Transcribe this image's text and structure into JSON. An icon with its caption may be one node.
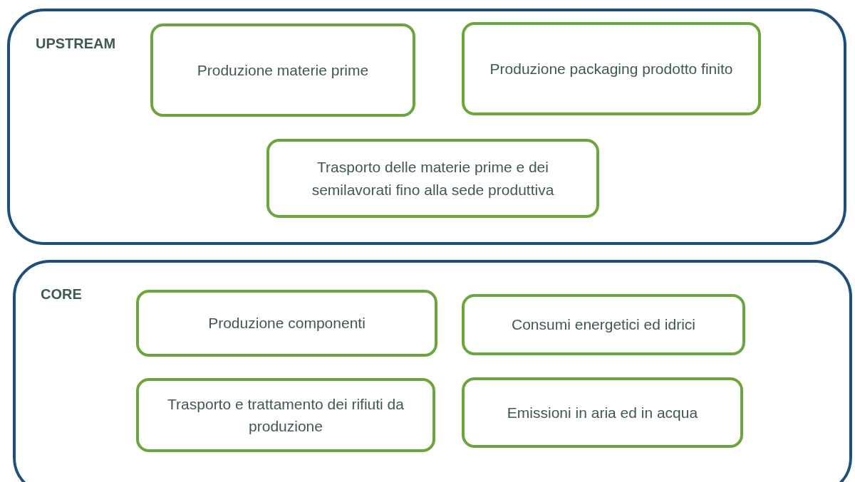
{
  "diagram": {
    "nodes": [
      {
        "text": [
          "UPSTREAM"
        ]
      },
      {
        "text": [
          "Produzione materie prime"
        ],
        "in": 0
      },
      {
        "text": [
          "Produzione packaging prodotto finito"
        ],
        "in": 0
      },
      {
        "text": [
          "Trasporto delle materie prime e dei semilavorati fino alla sede produttiva"
        ],
        "in": 0
      },
      {
        "text": [
          "CORE"
        ]
      },
      {
        "text": [
          "Produzione componenti"
        ],
        "in": 4
      },
      {
        "text": [
          "Consumi energetici ed idrici"
        ],
        "in": 4
      },
      {
        "text": [
          "Trasporto e trattamento dei rifiuti da produzione"
        ],
        "in": 4
      },
      {
        "text": [
          "Emissioni in aria ed in acqua"
        ],
        "in": 4
      }
    ]
  }
}
